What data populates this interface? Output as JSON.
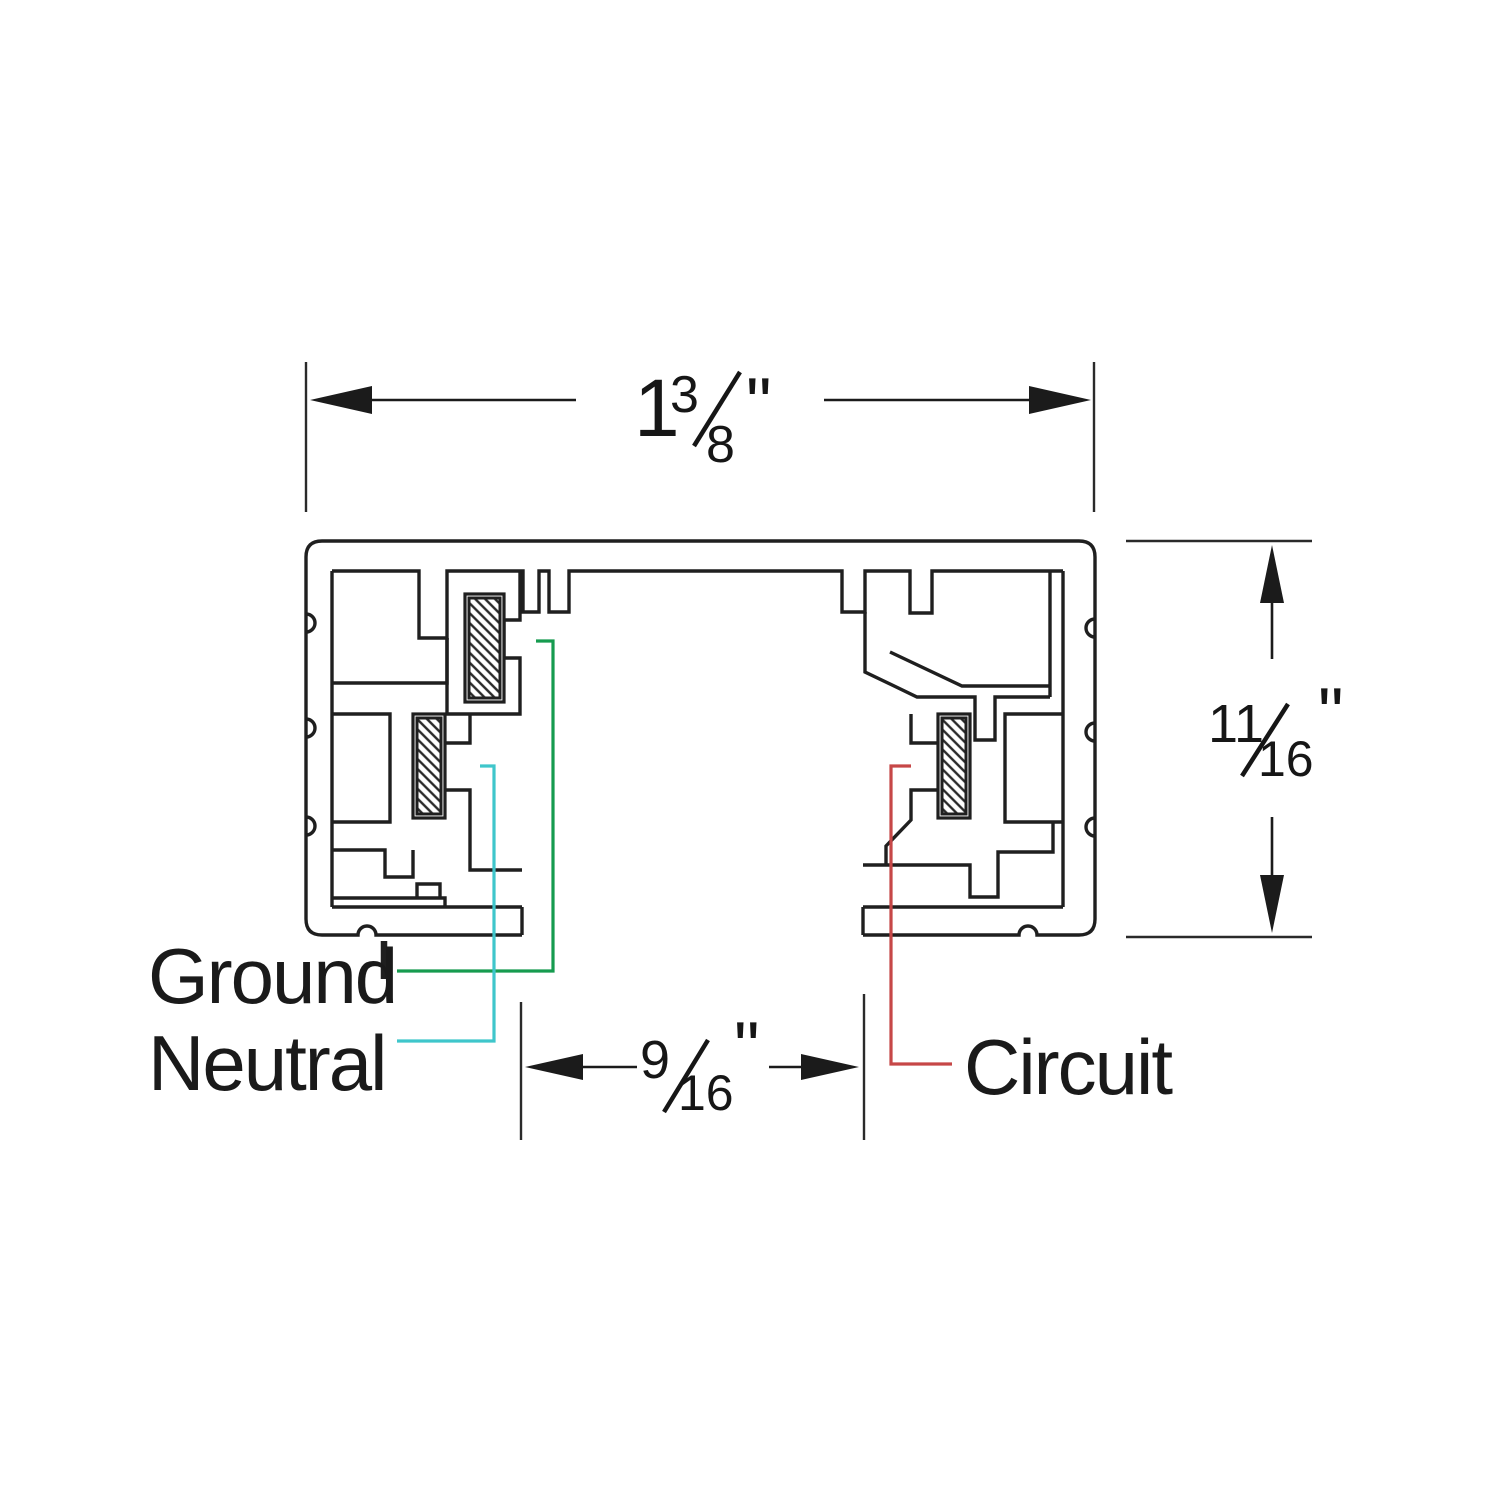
{
  "dimensions": {
    "width": {
      "whole": "1",
      "numerator": "3",
      "denominator": "8",
      "unit": "\"",
      "display": "1 3/8\""
    },
    "height": {
      "numerator": "11",
      "denominator": "16",
      "unit": "\"",
      "display": "11/16\""
    },
    "slot": {
      "numerator": "9",
      "denominator": "16",
      "unit": "\"",
      "display": "9/16\""
    }
  },
  "labels": {
    "ground": {
      "text": "Ground",
      "color": "#169b4f"
    },
    "neutral": {
      "text": "Neutral",
      "color": "#3fc6cb"
    },
    "circuit": {
      "text": "Circuit",
      "color": "#c64747"
    }
  },
  "colors": {
    "line": "#1f1f1f",
    "text": "#161616",
    "background": "#ffffff"
  }
}
